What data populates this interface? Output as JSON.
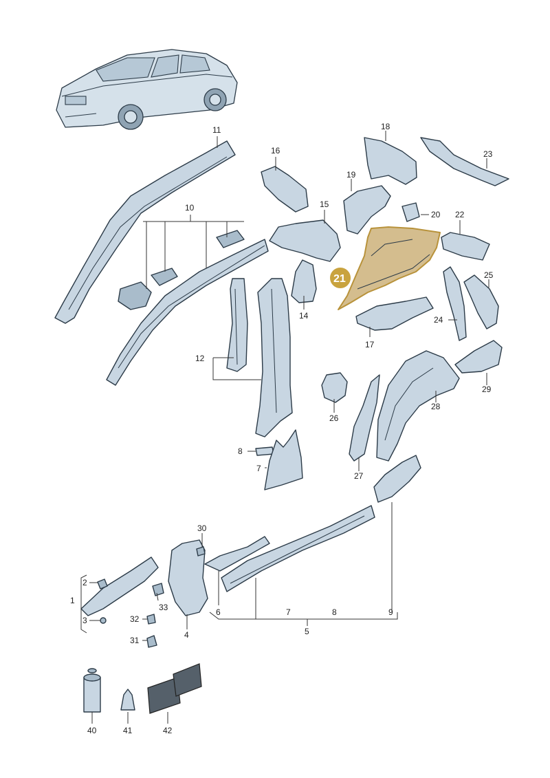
{
  "callouts": {
    "n1": "1",
    "n2": "2",
    "n3": "3",
    "n4": "4",
    "n5": "5",
    "n6": "6",
    "n7a": "7",
    "n7b": "7",
    "n8a": "8",
    "n8b": "8",
    "n9": "9",
    "n10": "10",
    "n11": "11",
    "n12": "12",
    "n14": "14",
    "n15": "15",
    "n16": "16",
    "n17": "17",
    "n18": "18",
    "n19": "19",
    "n20": "20",
    "n21": "21",
    "n22": "22",
    "n23": "23",
    "n24": "24",
    "n25": "25",
    "n26": "26",
    "n27": "27",
    "n28": "28",
    "n29": "29",
    "n30": "30",
    "n31": "31",
    "n32": "32",
    "n33": "33",
    "n40": "40",
    "n41": "41",
    "n42": "42"
  },
  "highlight": {
    "part": "21",
    "color": "#c9a33e"
  },
  "colors": {
    "part_fill": "#c8d6e2",
    "outline": "#2b3a47",
    "highlight_fill": "#cdb27a"
  }
}
